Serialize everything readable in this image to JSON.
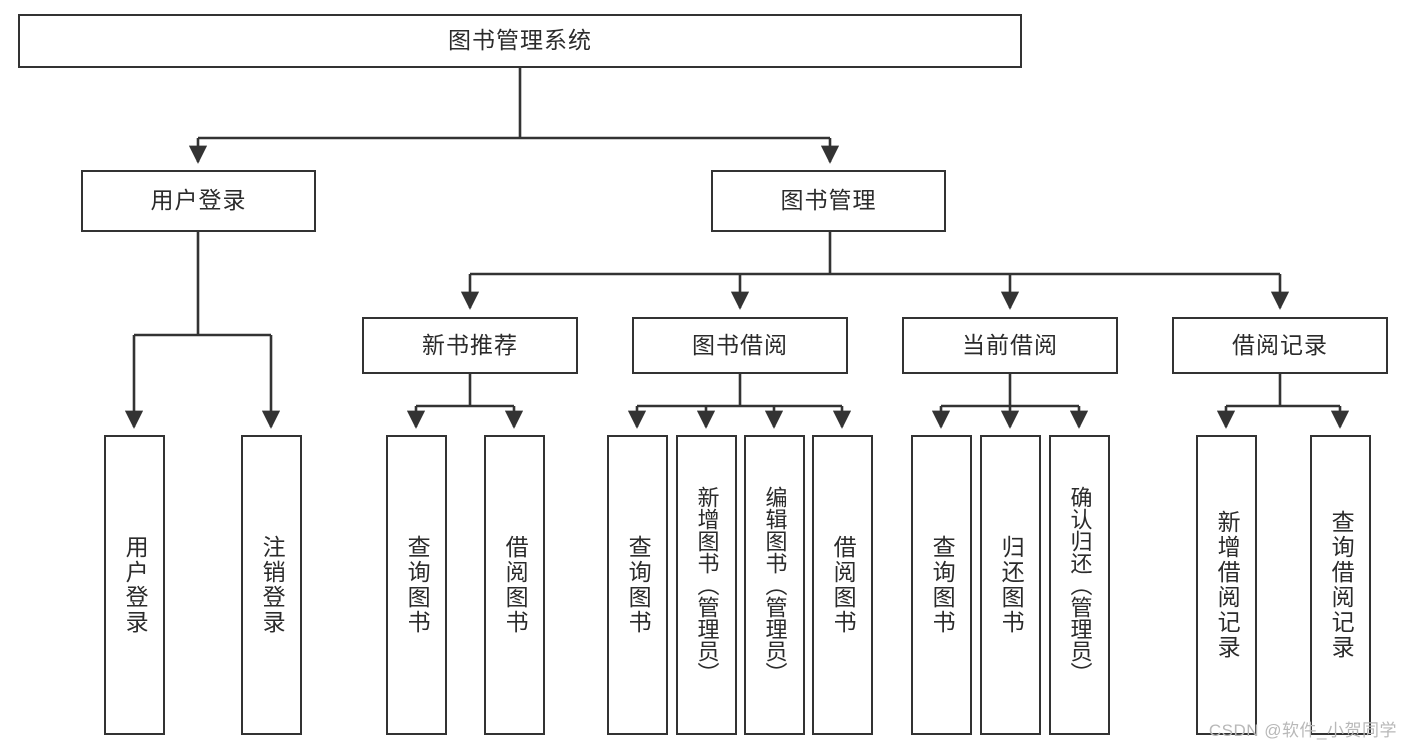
{
  "diagram": {
    "type": "tree-hierarchy-flowchart",
    "title": "图书管理系统",
    "watermark": "CSDN @软件_小贺同学",
    "colors": {
      "box_border": "#333333",
      "box_fill": "#ffffff",
      "connector": "#333333",
      "text": "#2b2b2b",
      "watermark": "#b8b8b8",
      "background": "#ffffff"
    },
    "levels": [
      {
        "level": 1,
        "nodes": [
          {
            "id": "root",
            "label": "图书管理系统",
            "orientation": "horizontal"
          }
        ]
      },
      {
        "level": 2,
        "nodes": [
          {
            "id": "login",
            "label": "用户登录",
            "orientation": "horizontal",
            "parent": "root"
          },
          {
            "id": "bookmgmt",
            "label": "图书管理",
            "orientation": "horizontal",
            "parent": "root"
          }
        ]
      },
      {
        "level": 3,
        "nodes": [
          {
            "id": "newbook",
            "label": "新书推荐",
            "orientation": "horizontal",
            "parent": "bookmgmt"
          },
          {
            "id": "borrow",
            "label": "图书借阅",
            "orientation": "horizontal",
            "parent": "bookmgmt"
          },
          {
            "id": "current",
            "label": "当前借阅",
            "orientation": "horizontal",
            "parent": "bookmgmt"
          },
          {
            "id": "records",
            "label": "借阅记录",
            "orientation": "horizontal",
            "parent": "bookmgmt"
          }
        ]
      },
      {
        "level": 4,
        "nodes": [
          {
            "id": "leaf-user-login",
            "label": "用户登录",
            "orientation": "vertical",
            "parent": "login"
          },
          {
            "id": "leaf-user-logout",
            "label": "注销登录",
            "orientation": "vertical",
            "parent": "login"
          },
          {
            "id": "leaf-query-book-1",
            "label": "查询图书",
            "orientation": "vertical",
            "parent": "newbook"
          },
          {
            "id": "leaf-borrow-book-1",
            "label": "借阅图书",
            "orientation": "vertical",
            "parent": "newbook"
          },
          {
            "id": "leaf-query-book-2",
            "label": "查询图书",
            "orientation": "vertical",
            "parent": "borrow"
          },
          {
            "id": "leaf-add-book",
            "label": "新增图书（管理员）",
            "orientation": "vertical",
            "parent": "borrow"
          },
          {
            "id": "leaf-edit-book",
            "label": "编辑图书（管理员）",
            "orientation": "vertical",
            "parent": "borrow"
          },
          {
            "id": "leaf-borrow-book-2",
            "label": "借阅图书",
            "orientation": "vertical",
            "parent": "borrow"
          },
          {
            "id": "leaf-query-book-3",
            "label": "查询图书",
            "orientation": "vertical",
            "parent": "current"
          },
          {
            "id": "leaf-return-book",
            "label": "归还图书",
            "orientation": "vertical",
            "parent": "current"
          },
          {
            "id": "leaf-confirm-return",
            "label": "确认归还（管理员）",
            "orientation": "vertical",
            "parent": "current"
          },
          {
            "id": "leaf-add-record",
            "label": "新增借阅记录",
            "orientation": "vertical",
            "parent": "records"
          },
          {
            "id": "leaf-query-record",
            "label": "查询借阅记录",
            "orientation": "vertical",
            "parent": "records"
          }
        ]
      }
    ]
  }
}
